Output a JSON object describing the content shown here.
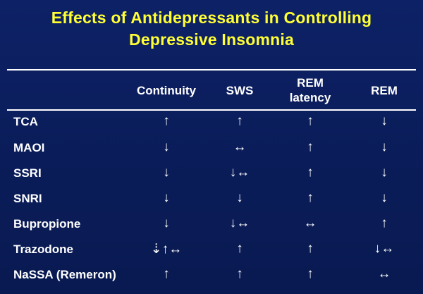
{
  "slide": {
    "title_line1": "Effects of Antidepressants in Controlling",
    "title_line2": "Depressive Insomnia"
  },
  "table": {
    "columns": [
      "Continuity",
      "SWS",
      "REM latency",
      "REM"
    ],
    "column_lines": [
      [
        "Continuity"
      ],
      [
        "SWS"
      ],
      [
        "REM",
        "latency"
      ],
      [
        "REM"
      ]
    ],
    "rows": [
      {
        "drug": "TCA",
        "cells": [
          "↑",
          "↑",
          "↑",
          "↓"
        ]
      },
      {
        "drug": "MAOI",
        "cells": [
          "↓",
          "↔",
          "↑",
          "↓"
        ]
      },
      {
        "drug": "SSRI",
        "cells": [
          "↓",
          "↓↔",
          "↑",
          "↓"
        ]
      },
      {
        "drug": "SNRI",
        "cells": [
          "↓",
          "↓",
          "↑",
          "↓"
        ]
      },
      {
        "drug": "Bupropione",
        "cells": [
          "↓",
          "↓↔",
          "↔",
          "↑"
        ]
      },
      {
        "drug": "Trazodone",
        "cells": [
          "⇣↑↔",
          "↑",
          "↑",
          "↓↔"
        ]
      },
      {
        "drug": "NaSSA (Remeron)",
        "cells": [
          "↑",
          "↑",
          "↑",
          "↔"
        ]
      }
    ]
  }
}
